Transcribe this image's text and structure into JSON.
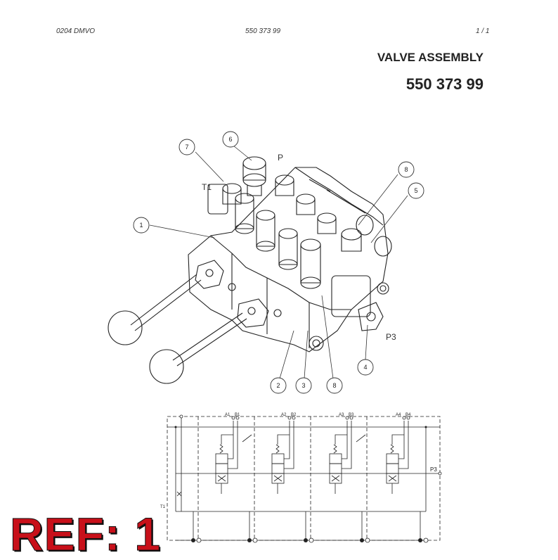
{
  "header": {
    "doc_code": "0204 DMVO",
    "doc_number": "550 373 99",
    "page": "1 /  1"
  },
  "title": "VALVE ASSEMBLY",
  "part_number": "550 373 99",
  "drawing": {
    "callouts": [
      "7",
      "6",
      "1",
      "8",
      "5",
      "2",
      "3",
      "8",
      "4"
    ],
    "port_labels": {
      "pressure": "P",
      "tank": "T1",
      "outlet": "P3"
    }
  },
  "schematic": {
    "ports": [
      "A1",
      "B1",
      "A2",
      "B2",
      "A3",
      "B3",
      "A4",
      "B4"
    ],
    "side_labels": {
      "right": "P3",
      "left_bottom": "T1"
    }
  },
  "ref_label": "REF: 1"
}
